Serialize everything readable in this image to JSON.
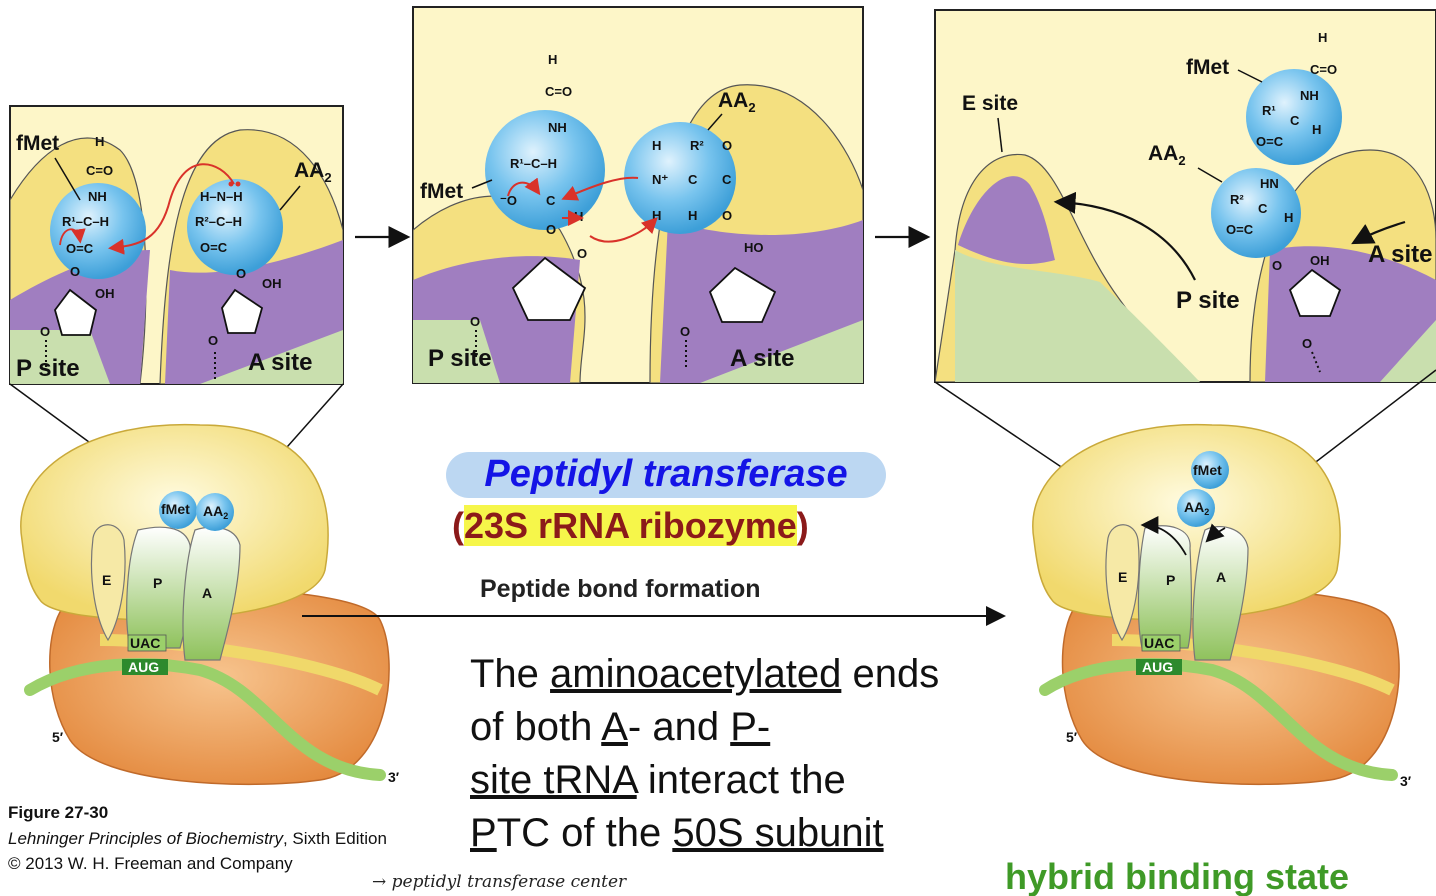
{
  "panels": {
    "left": {
      "fmet": "fMet",
      "aa2": "AA",
      "aa2_sub": "2",
      "p_site": "P site",
      "a_site": "A site"
    },
    "middle": {
      "fmet": "fMet",
      "aa2": "AA",
      "aa2_sub": "2",
      "p_site": "P site",
      "a_site": "A site"
    },
    "right": {
      "fmet": "fMet",
      "aa2": "AA",
      "aa2_sub": "2",
      "e_site": "E site",
      "p_site": "P site",
      "a_site": "A site"
    }
  },
  "ribosome_left": {
    "fmet": "fMet",
    "aa2": "AA",
    "aa2_sub": "2",
    "e": "E",
    "p": "P",
    "a": "A",
    "anticodon": "UAC",
    "codon": "AUG",
    "five_prime": "5′",
    "three_prime": "3′"
  },
  "ribosome_right": {
    "fmet": "fMet",
    "aa2": "AA",
    "aa2_sub": "2",
    "e": "E",
    "p": "P",
    "a": "A",
    "anticodon": "UAC",
    "codon": "AUG",
    "five_prime": "5′",
    "three_prime": "3′"
  },
  "annotation": {
    "title": "Peptidyl transferase",
    "subtitle_open": "(",
    "subtitle": "23S rRNA ribozyme",
    "subtitle_close": ")",
    "bond_label": "Peptide bond formation",
    "explain_1": "The ",
    "explain_u1": "aminoacetylated",
    "explain_2": " ends of both ",
    "explain_u2": "A",
    "explain_3": "- and ",
    "explain_u3": "P-",
    "explain_u4": "site tRNA",
    "explain_4": " interact the ",
    "explain_u5": "P",
    "explain_5": "TC",
    "explain_6": " of the ",
    "explain_u6": "50S subunit",
    "handnote": "→ peptidyl transferase center",
    "hybrid": "hybrid binding state"
  },
  "caption": {
    "figure": "Figure 27-30",
    "book_title": "Lehninger Principles of Biochemistry",
    "book_edition": ", Sixth Edition",
    "copyright": "© 2013 W. H. Freeman and Company"
  },
  "chemistry": {
    "H": "H",
    "C": "C",
    "O": "O",
    "N": "N",
    "NH": "NH",
    "HN": "HN",
    "OH": "OH",
    "HO": "HO",
    "R1": "R¹",
    "R2": "R²",
    "CeqO": "C=O",
    "OeqC": "O=C",
    "Nplus": "N⁺",
    "Ominus": "⁻O",
    "HNH": "H–N–H",
    "R1CH": "R¹–C–H",
    "R2CH": "R²–C–H"
  },
  "colors": {
    "yellow": "#f7e98e",
    "yellow_dark": "#e8d070",
    "purple": "#a07ec0",
    "green": "#c9dfae",
    "sphere": "#5ab4e6",
    "orange": "#f0a060",
    "mrna": "#9bd06a",
    "arrow_red": "#d9322a",
    "title_blue": "#1414e6",
    "subtitle_red": "#8b1a1a",
    "hybrid_green": "#3f9a27"
  }
}
